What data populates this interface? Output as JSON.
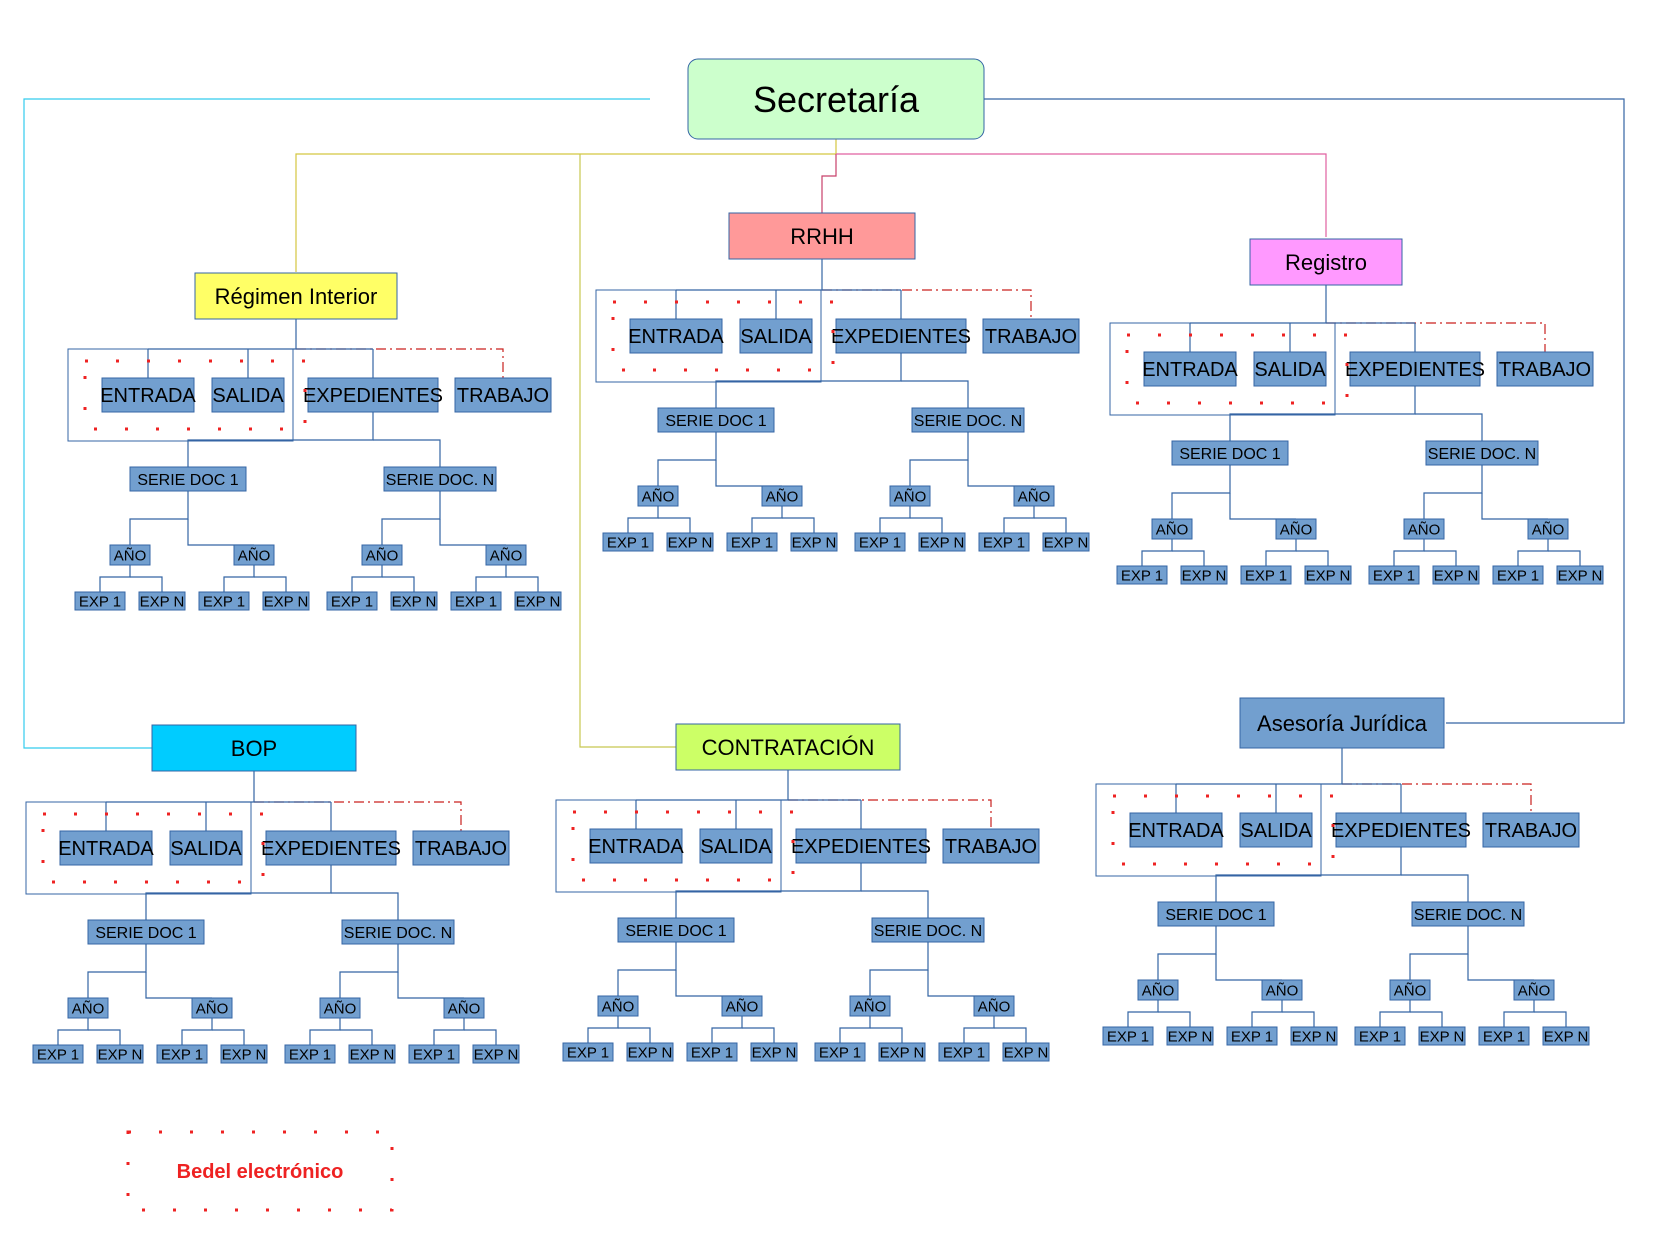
{
  "root": {
    "label": "Secretaría",
    "fill": "#ccffcc"
  },
  "departments": [
    {
      "id": "regimen-interior",
      "label": "Régimen Interior",
      "fill": "#ffff66"
    },
    {
      "id": "rrhh",
      "label": "RRHH",
      "fill": "#ff9999"
    },
    {
      "id": "registro",
      "label": "Registro",
      "fill": "#ff99ff"
    },
    {
      "id": "bop",
      "label": "BOP",
      "fill": "#00ccff"
    },
    {
      "id": "contratacion",
      "label": "CONTRATACIÓN",
      "fill": "#ccff66"
    },
    {
      "id": "asesoria-juridica",
      "label": "Asesoría Jurídica",
      "fill": "#729fcf"
    }
  ],
  "subunits": {
    "entrada": "ENTRADA",
    "salida": "SALIDA",
    "expedientes": "EXPEDIENTES",
    "trabajo": "TRABAJO"
  },
  "series": {
    "first": "SERIE DOC 1",
    "last": "SERIE DOC. N"
  },
  "year_label": "AÑO",
  "files": {
    "first": "EXP 1",
    "last": "EXP N"
  },
  "legend": {
    "label": "Bedel electrónico"
  },
  "colors": {
    "node_fill": "#729fcf",
    "node_stroke": "#3465a4",
    "tree_line": "#3465a4",
    "bedel_red": "#ee2222",
    "dashdot_red": "#c9211e",
    "line_cyan": "#33ccee",
    "line_yellow": "#d4c640",
    "line_olive": "#c8c850",
    "line_rose": "#c8406a",
    "line_pink": "#e060a0",
    "line_blue": "#3465a4"
  }
}
